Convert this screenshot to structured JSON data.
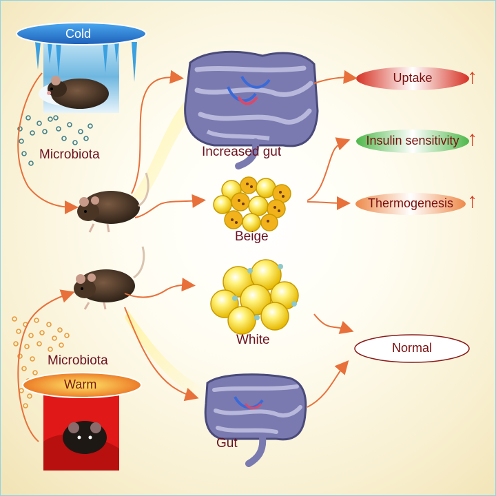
{
  "labels": {
    "cold": "Cold",
    "warm": "Warm",
    "microbiota_top": "Microbiota",
    "microbiota_bottom": "Microbiota",
    "increased_gut": "Increased gut",
    "beige": "Beige",
    "white": "White",
    "gut": "Gut"
  },
  "outcomes": {
    "uptake": "Uptake",
    "insulin": "Insulin sensitivity",
    "thermo": "Thermogenesis",
    "normal": "Normal"
  },
  "increase_arrow": "↑",
  "colors": {
    "arrow": "#e8703a",
    "label_text": "#6b1020",
    "cold_pill": "#2f7fd6",
    "warm_pill": "#e88a1a",
    "uptake_pill": "#e0473a",
    "insulin_pill": "#6fc26a",
    "thermo_pill": "#f0a06a",
    "gut": "#5a5aa0",
    "fat_yellow": "#f7d51c"
  }
}
